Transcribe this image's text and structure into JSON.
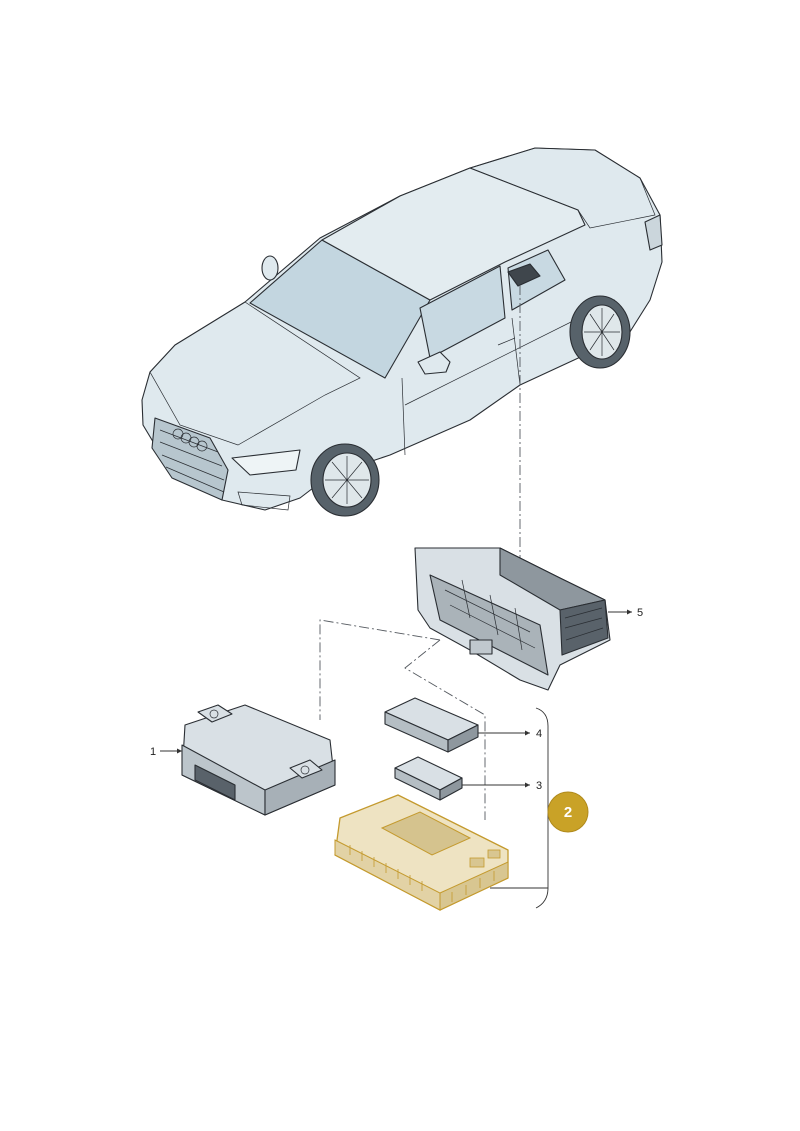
{
  "colors": {
    "car_body": "#dfe9ee",
    "car_glass": "#c3d6e0",
    "part_body": "#d9e0e5",
    "part_dark": "#8e979e",
    "highlight_fill": "#eee3c2",
    "highlight_stroke": "#c49a2e",
    "badge_fill": "#c9a227"
  },
  "callouts": {
    "part_1": "1",
    "part_3": "3",
    "part_4": "4",
    "part_5": "5"
  },
  "highlighted_part": {
    "number": "2"
  }
}
